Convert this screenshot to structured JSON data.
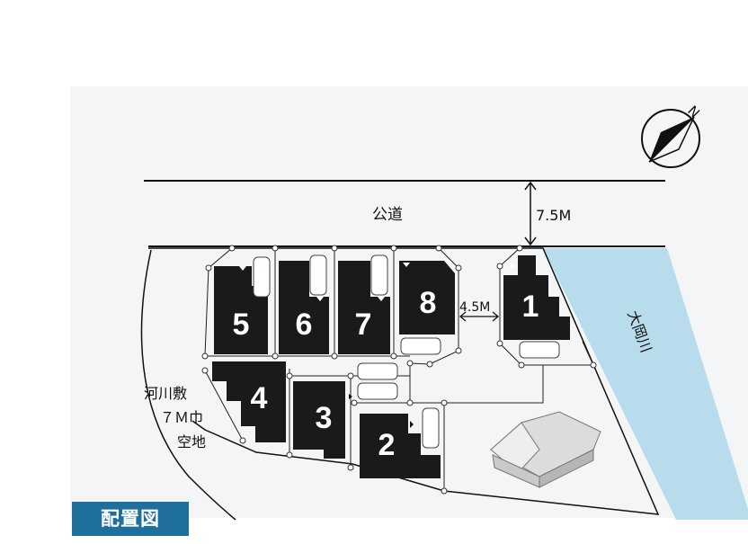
{
  "labels": {
    "public_road": "公道",
    "road_width": "7.5M",
    "gap_width": "4.5M",
    "river": "大岡川",
    "riverbed_line1": "河川敷",
    "riverbed_line2": "７Ｍ巾",
    "riverbed_line3": "空地",
    "badge": "配置図",
    "north": "N"
  },
  "plots": [
    {
      "id": "1",
      "label": "1"
    },
    {
      "id": "2",
      "label": "2"
    },
    {
      "id": "3",
      "label": "3"
    },
    {
      "id": "4",
      "label": "4"
    },
    {
      "id": "5",
      "label": "5"
    },
    {
      "id": "6",
      "label": "6"
    },
    {
      "id": "7",
      "label": "7"
    },
    {
      "id": "8",
      "label": "8"
    }
  ],
  "colors": {
    "river": "#b8dcec",
    "building": "#1a1a1a",
    "badge": "#1f6f9c",
    "background_band": "#f3f5f7"
  }
}
